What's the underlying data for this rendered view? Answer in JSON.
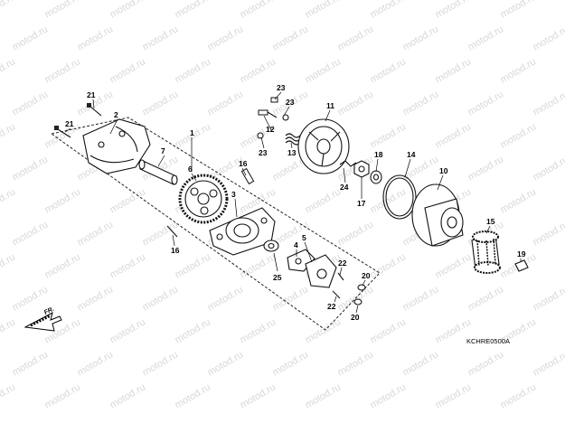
{
  "watermark": "motod.ru",
  "diagram_code": "KCHRE0500A",
  "front_label": "FR.",
  "callouts": [
    "1",
    "2",
    "3",
    "4",
    "5",
    "6",
    "7",
    "10",
    "11",
    "12",
    "13",
    "14",
    "15",
    "16",
    "16",
    "17",
    "18",
    "19",
    "20",
    "20",
    "21",
    "21",
    "22",
    "22",
    "23",
    "23",
    "23",
    "24",
    "25"
  ]
}
